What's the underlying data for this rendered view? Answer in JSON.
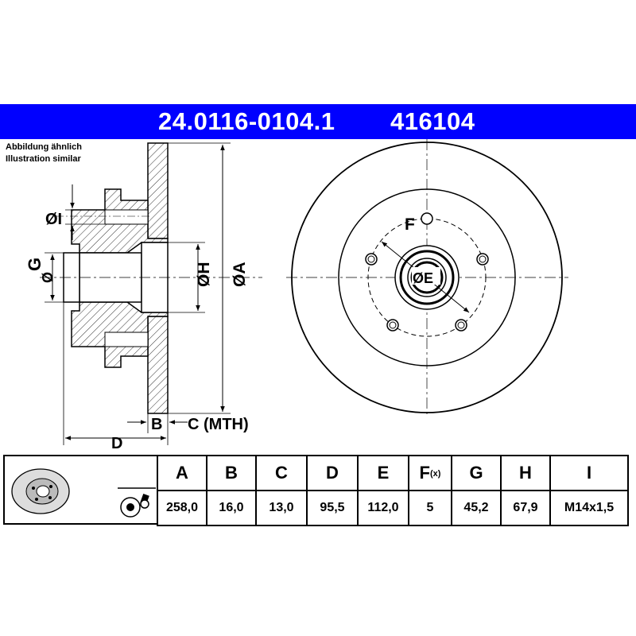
{
  "header": {
    "part_number": "24.0116-0104.1",
    "ref_number": "416104",
    "banner_color": "#0000ff"
  },
  "notes": {
    "line1": "Abbildung ähnlich",
    "line2": "Illustration similar"
  },
  "section_labels": {
    "diam_i": "ØI",
    "g": "G",
    "diam_g": "Ø",
    "diam_h": "ØH",
    "diam_a": "ØA",
    "b": "B",
    "c": "C (MTH)",
    "d": "D"
  },
  "front_labels": {
    "f": "F",
    "diam_e": "ØE"
  },
  "spec_table": {
    "headers": [
      "A",
      "B",
      "C",
      "D",
      "E",
      "F",
      "G",
      "H",
      "I"
    ],
    "f_suffix": "(x)",
    "values": [
      "258,0",
      "16,0",
      "13,0",
      "95,5",
      "112,0",
      "5",
      "45,2",
      "67,9",
      "M14x1,5"
    ]
  },
  "icons": [
    "brake-disc-thumbnail-icon",
    "brake-disc-with-bolts-icon"
  ]
}
